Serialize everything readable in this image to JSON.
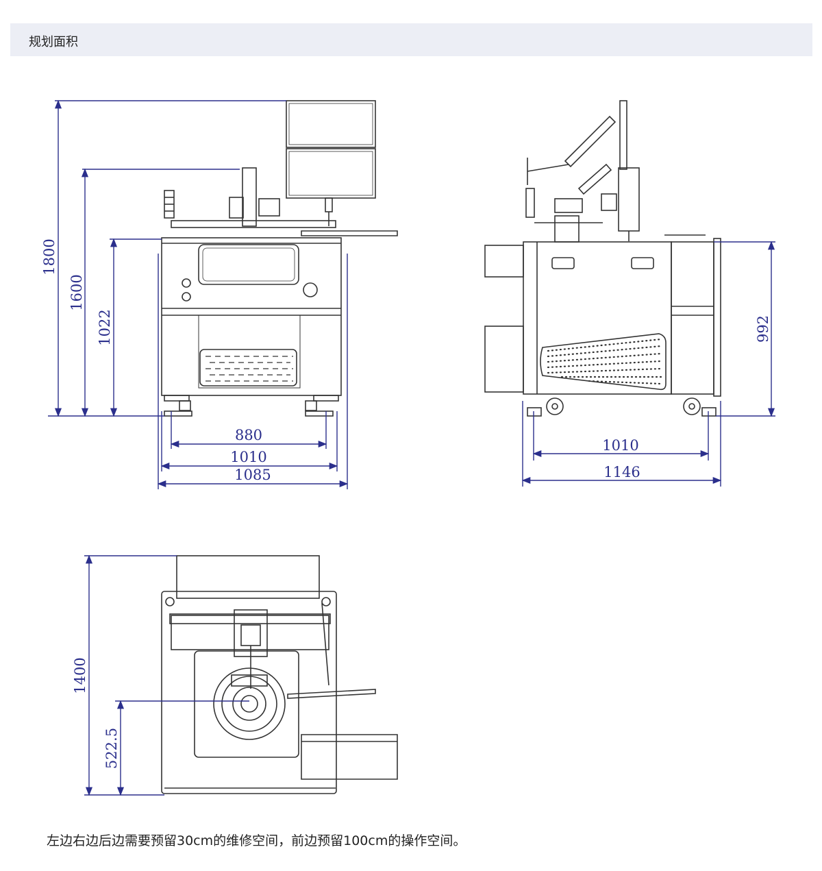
{
  "header": {
    "title": "规划面积"
  },
  "front_view": {
    "dims": {
      "height_total": "1800",
      "height_mid": "1600",
      "height_table": "1022",
      "width_feet": "880",
      "width_body": "1010",
      "width_total": "1085"
    }
  },
  "side_view": {
    "dims": {
      "height_table": "992",
      "width_body": "1010",
      "width_total": "1146"
    }
  },
  "top_view": {
    "dims": {
      "depth_total": "1400",
      "depth_center": "522.5"
    }
  },
  "footnote": "左边右边后边需要预留30cm的维修空间，前边预留100cm的操作空间。",
  "colors": {
    "dimension": "#2b2f8c",
    "drawing": "#333333",
    "header_bg": "#eceef5"
  }
}
